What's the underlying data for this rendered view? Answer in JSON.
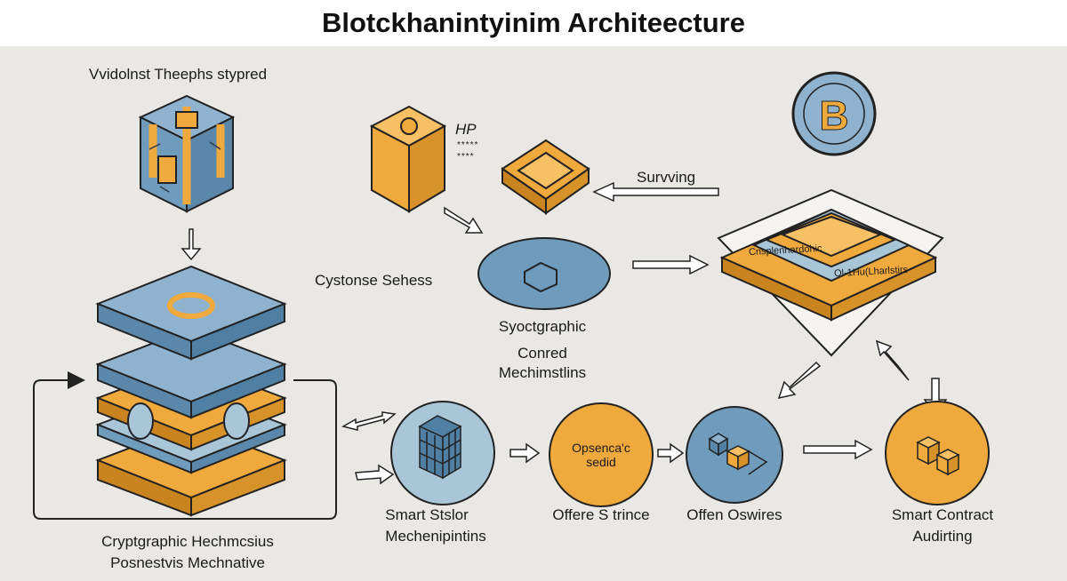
{
  "title": "Blotckhanintyinim Architeecture",
  "labels": {
    "top_left": "Vvidolnst Theephs stypred",
    "hp": "HP",
    "stars_1": "*****",
    "stars_2": "****",
    "surviving": "Survving",
    "cystonse": "Cystonse Sehess",
    "syoctgraphic": "Syoctgraphic",
    "conred": "Conred",
    "mechimstlins": "Mechimstlins",
    "crypto_1": "Cryptgraphic Hechmcsius",
    "crypto_2": "Posnestvis Mechnative",
    "smart_stslor": "Smart Stslor",
    "mechenipintins": "Mechenipintins",
    "opsenca_1": "Opsenca'c",
    "opsenca_2": "sedid",
    "offere": "Offere S trince",
    "offen": "Offen Oswires",
    "smart_contract": "Smart  Contract",
    "audirting": "Audirting",
    "platform_text_left": "Cnsplenhardohic",
    "platform_text_right": "Ol-1Hu(Lharlstirs"
  },
  "colors": {
    "blue": "#6f9bbd",
    "blue_dark": "#4f7fa3",
    "orange": "#f0a93c",
    "orange_dark": "#c98420",
    "light_blue": "#a9c6d8",
    "outline": "#222222"
  },
  "icons": [
    "locked-cube-icon",
    "bitcoin-coin-icon",
    "orange-block-icon",
    "layered-stack-icon",
    "cube-grid-icon"
  ]
}
